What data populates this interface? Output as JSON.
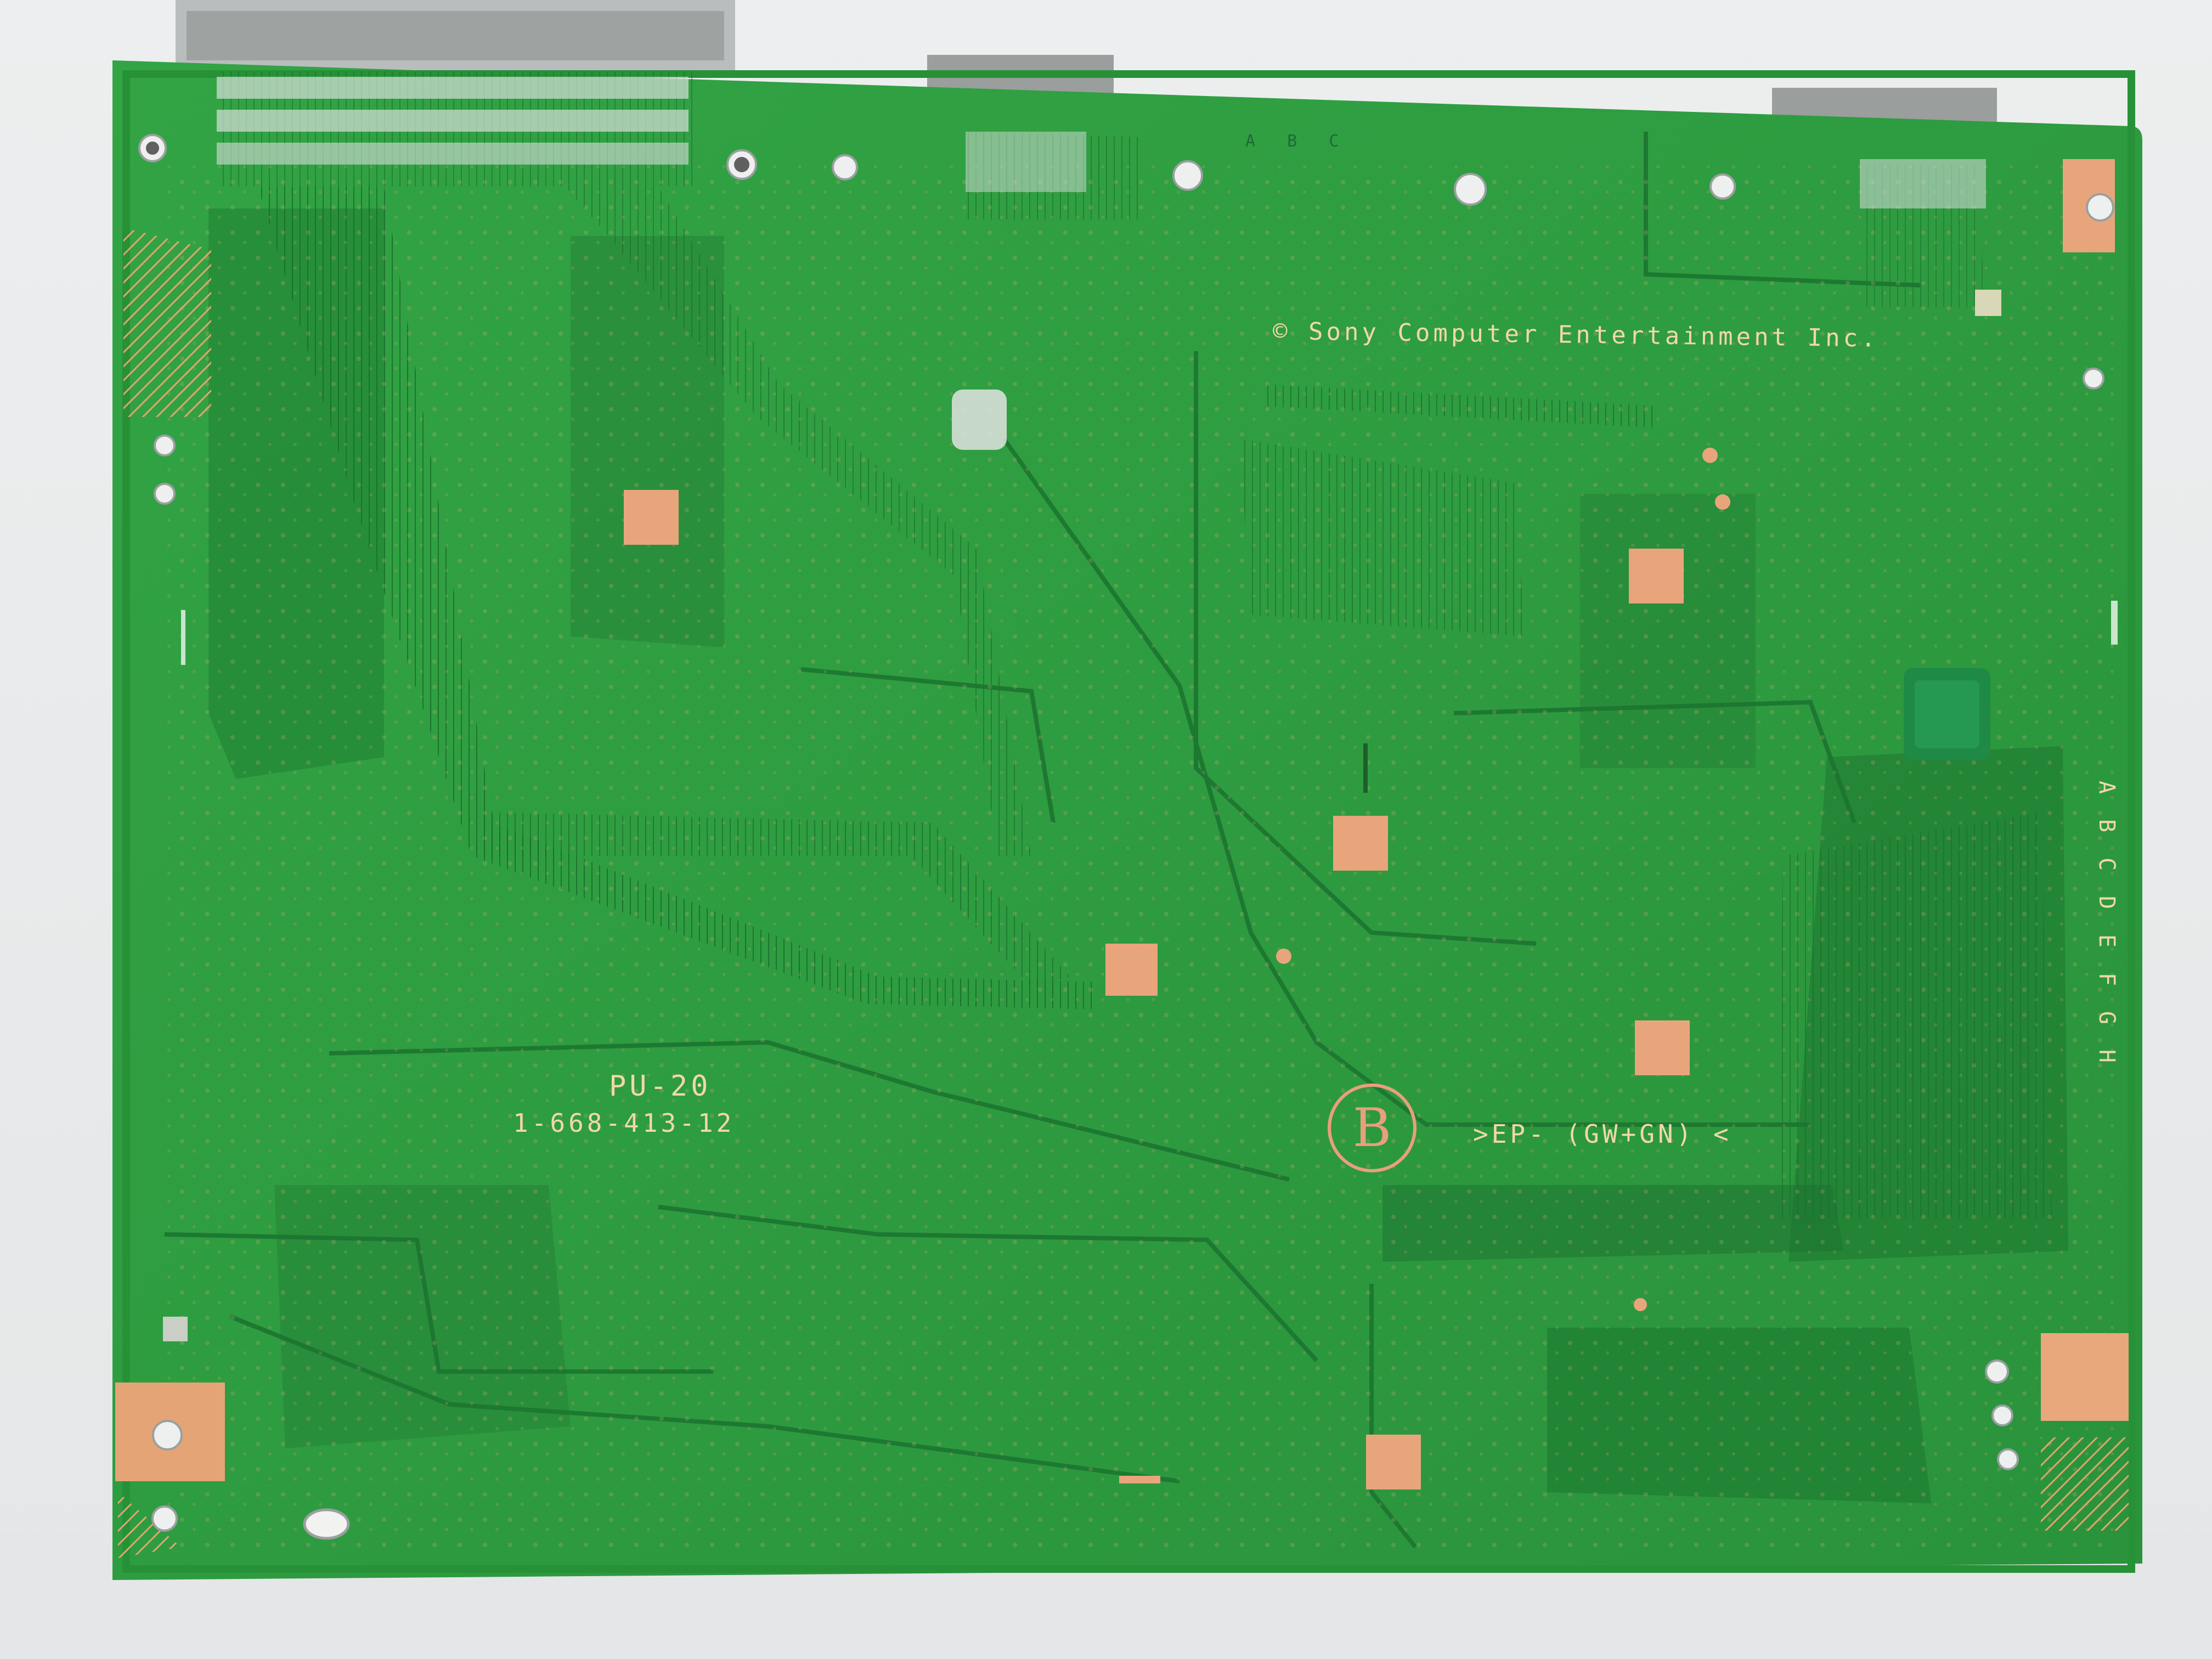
{
  "photo": {
    "subject": "PU-20",
    "board_colors": {
      "board": "#2f9b3f",
      "trace": "#1e7a31",
      "copper": "#e8a57c",
      "background": "#e9ebec"
    }
  },
  "silkscreen": {
    "copyright": "© Sony Computer Entertainment Inc.",
    "model": "PU-20",
    "part_number": "1-668-413-12",
    "b_mark": "B",
    "ep_code": ">EP- (GW+GN) <",
    "top_label": "A B C",
    "side_letters": [
      "A",
      "B",
      "C",
      "D",
      "E",
      "F",
      "G",
      "H"
    ]
  }
}
